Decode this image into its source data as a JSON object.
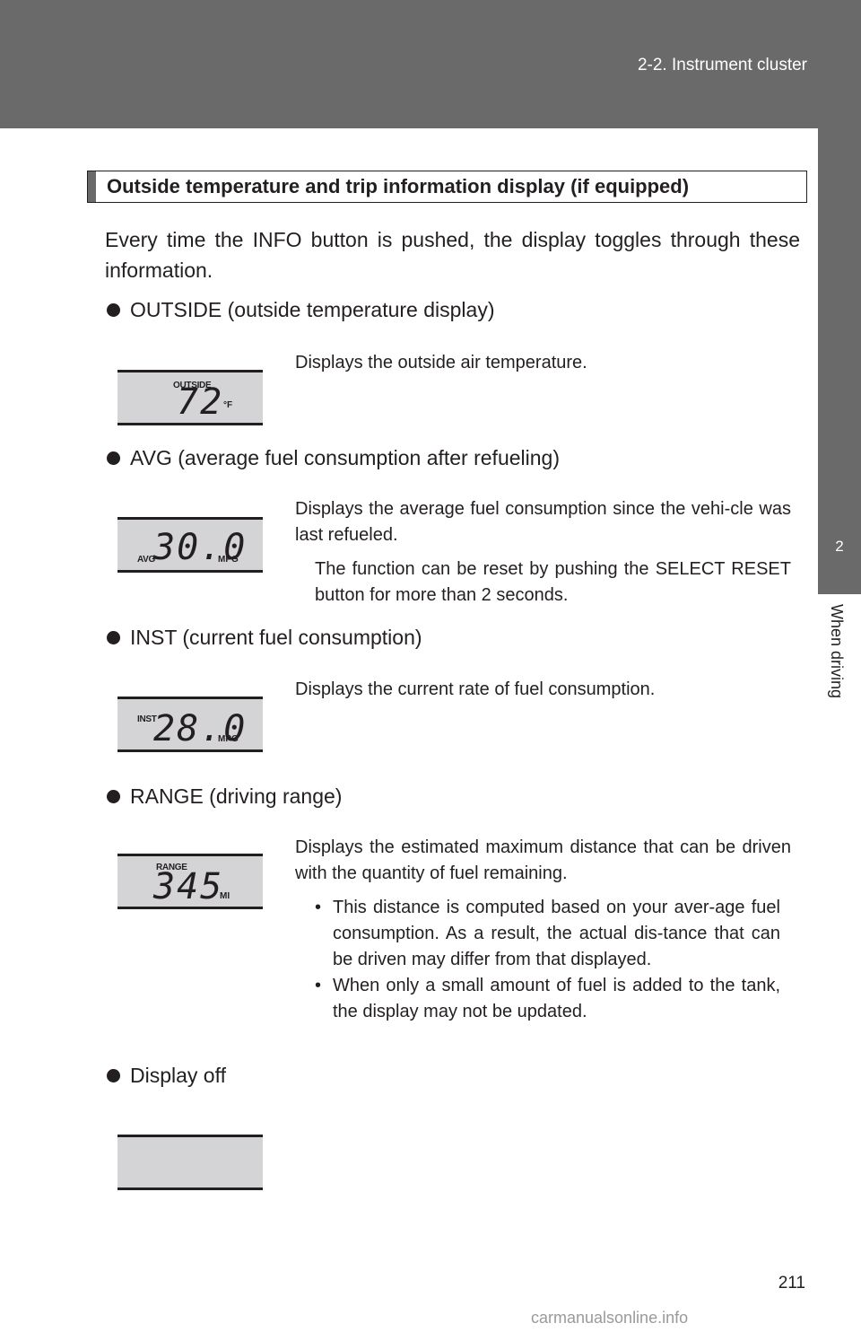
{
  "header": {
    "section": "2-2. Instrument cluster"
  },
  "side_tab": {
    "chapter_number": "2",
    "chapter_title": "When driving"
  },
  "heading": "Outside temperature and trip information display (if equipped)",
  "intro": "Every time the INFO button is pushed, the display toggles through these information.",
  "items": [
    {
      "title": "OUTSIDE (outside temperature display)",
      "lcd": {
        "label": "OUTSIDE",
        "value": "72",
        "unit": "°F"
      },
      "description": "Displays the outside air temperature."
    },
    {
      "title": "AVG (average fuel consumption after refueling)",
      "lcd": {
        "label": "AVG",
        "value": "30.0",
        "unit": "MPG"
      },
      "description": "Displays the average fuel consumption since the vehi-cle was last refueled.",
      "note": "The function can be reset by pushing the SELECT RESET button for more than 2 seconds."
    },
    {
      "title": "INST (current fuel consumption)",
      "lcd": {
        "label": "INST",
        "value": "28.0",
        "unit": "MPG"
      },
      "description": "Displays the current rate of fuel consumption."
    },
    {
      "title": "RANGE (driving range)",
      "lcd": {
        "label": "RANGE",
        "value": "345",
        "unit": "MI"
      },
      "description": "Displays the estimated maximum distance that can be driven with the quantity of fuel remaining.",
      "notes": [
        "This distance is computed based on your aver-age fuel consumption. As a result, the actual dis-tance that can be driven may differ from that displayed.",
        "When only a small amount of fuel is added to the tank, the display may not be updated."
      ]
    },
    {
      "title": "Display off"
    }
  ],
  "page_number": "211",
  "watermark": "carmanualsonline.info"
}
